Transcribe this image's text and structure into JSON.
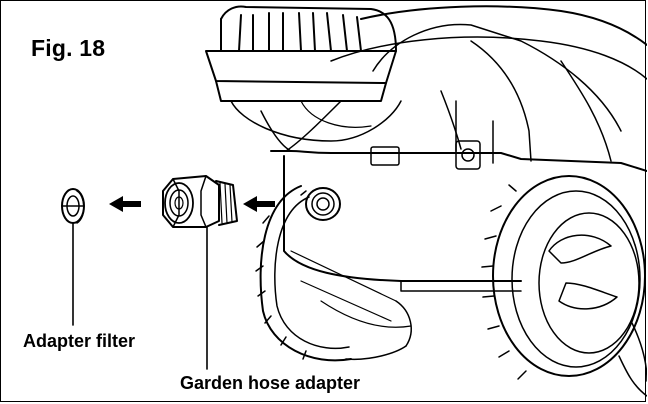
{
  "figure": {
    "label": "Fig. 18"
  },
  "callouts": {
    "adapter_filter": "Adapter filter",
    "garden_hose_adapter": "Garden hose adapter"
  },
  "colors": {
    "line": "#000000",
    "background": "#ffffff"
  },
  "icons": {
    "direction_arrows": "arrow-left-icon"
  }
}
